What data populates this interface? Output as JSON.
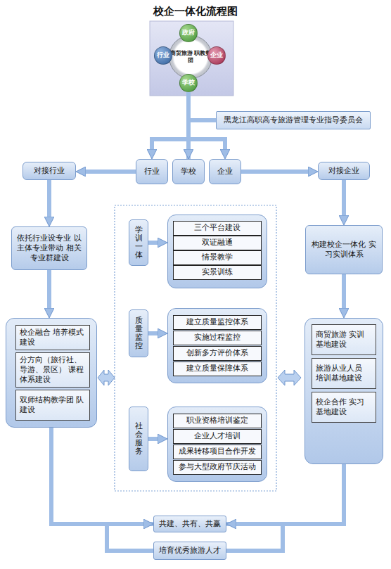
{
  "diagram": {
    "title": "校企一体化流程图",
    "nodes": [
      {
        "text": [
          "政府"
        ]
      },
      {
        "text": [
          "行业"
        ]
      },
      {
        "text": [
          "商贸旅游 职教集团"
        ]
      },
      {
        "text": [
          "企业"
        ]
      },
      {
        "text": [
          "学校"
        ]
      },
      {
        "text": [
          "黑龙江高职高专旅游管理专业指导委员会"
        ]
      },
      {
        "text": [
          "对接行业"
        ]
      },
      {
        "text": [
          "行业"
        ]
      },
      {
        "text": [
          "学校"
        ]
      },
      {
        "text": [
          "企业"
        ]
      },
      {
        "text": [
          "对接企业"
        ]
      },
      {
        "text": [
          "依托行业设专业 以主体专业带动 相关专业群建设"
        ]
      },
      {
        "text": [
          "构建校企一体化 实习实训体系"
        ]
      },
      {
        "text": [
          "学训一体"
        ]
      },
      {
        "text": []
      },
      {
        "text": [
          "三个平台建设"
        ],
        "in": 14
      },
      {
        "text": [
          "双证融通"
        ],
        "in": 14
      },
      {
        "text": [
          "情景教学"
        ],
        "in": 14
      },
      {
        "text": [
          "实景训练"
        ],
        "in": 14
      },
      {
        "text": []
      },
      {
        "text": [
          "校企融合 培养模式建设"
        ],
        "in": 19
      },
      {
        "text": [
          "分方向（旅行社、 导游、景区） 课程体系建设"
        ],
        "in": 19
      },
      {
        "text": [
          "双师结构教学团 队建设"
        ],
        "in": 19
      },
      {
        "text": [
          "质量监控"
        ]
      },
      {
        "text": []
      },
      {
        "text": [
          "建立质量监控体系"
        ],
        "in": 24
      },
      {
        "text": [
          "实施过程监控"
        ],
        "in": 24
      },
      {
        "text": [
          "创新多方评价体系"
        ],
        "in": 24
      },
      {
        "text": [
          "建立质量保障体系"
        ],
        "in": 24
      },
      {
        "text": []
      },
      {
        "text": [
          "商贸旅游 实训基地建设"
        ],
        "in": 29
      },
      {
        "text": [
          "旅游从业人员 培训基地建设"
        ],
        "in": 29
      },
      {
        "text": [
          "校企合作 实习基地建设"
        ],
        "in": 29
      },
      {
        "text": [
          "社会服务"
        ]
      },
      {
        "text": []
      },
      {
        "text": [
          "职业资格培训鉴定"
        ],
        "in": 34
      },
      {
        "text": [
          "企业人才培训"
        ],
        "in": 34
      },
      {
        "text": [
          "成果转移项目合作开发"
        ],
        "in": 34
      },
      {
        "text": [
          "参与大型政府节庆活动"
        ],
        "in": 34
      },
      {
        "text": [
          "共建、共有、共赢"
        ]
      },
      {
        "text": [
          "培育优秀旅游人才"
        ]
      }
    ],
    "edges": [
      {
        "from": 4,
        "to": 7,
        "arrow": "to"
      },
      {
        "from": 4,
        "to": 8,
        "arrow": "to"
      },
      {
        "from": 4,
        "to": 9,
        "arrow": "to"
      },
      {
        "from": 5,
        "to": 8,
        "arrow": "none"
      },
      {
        "from": 7,
        "to": 6,
        "arrow": "to"
      },
      {
        "from": 9,
        "to": 10,
        "arrow": "to"
      },
      {
        "from": 6,
        "to": 11,
        "arrow": "to"
      },
      {
        "from": 11,
        "to": 19,
        "arrow": "to"
      },
      {
        "from": 10,
        "to": 12,
        "arrow": "to"
      },
      {
        "from": 12,
        "to": 29,
        "arrow": "to"
      },
      {
        "from": 13,
        "to": 14,
        "arrow": "to"
      },
      {
        "from": 23,
        "to": 24,
        "arrow": "to"
      },
      {
        "from": 33,
        "to": 34,
        "arrow": "to"
      },
      {
        "from": 19,
        "to": 39,
        "arrow": "to"
      },
      {
        "from": 29,
        "to": 39,
        "arrow": "to"
      },
      {
        "from": 39,
        "to": 40,
        "arrow": "none"
      }
    ]
  }
}
